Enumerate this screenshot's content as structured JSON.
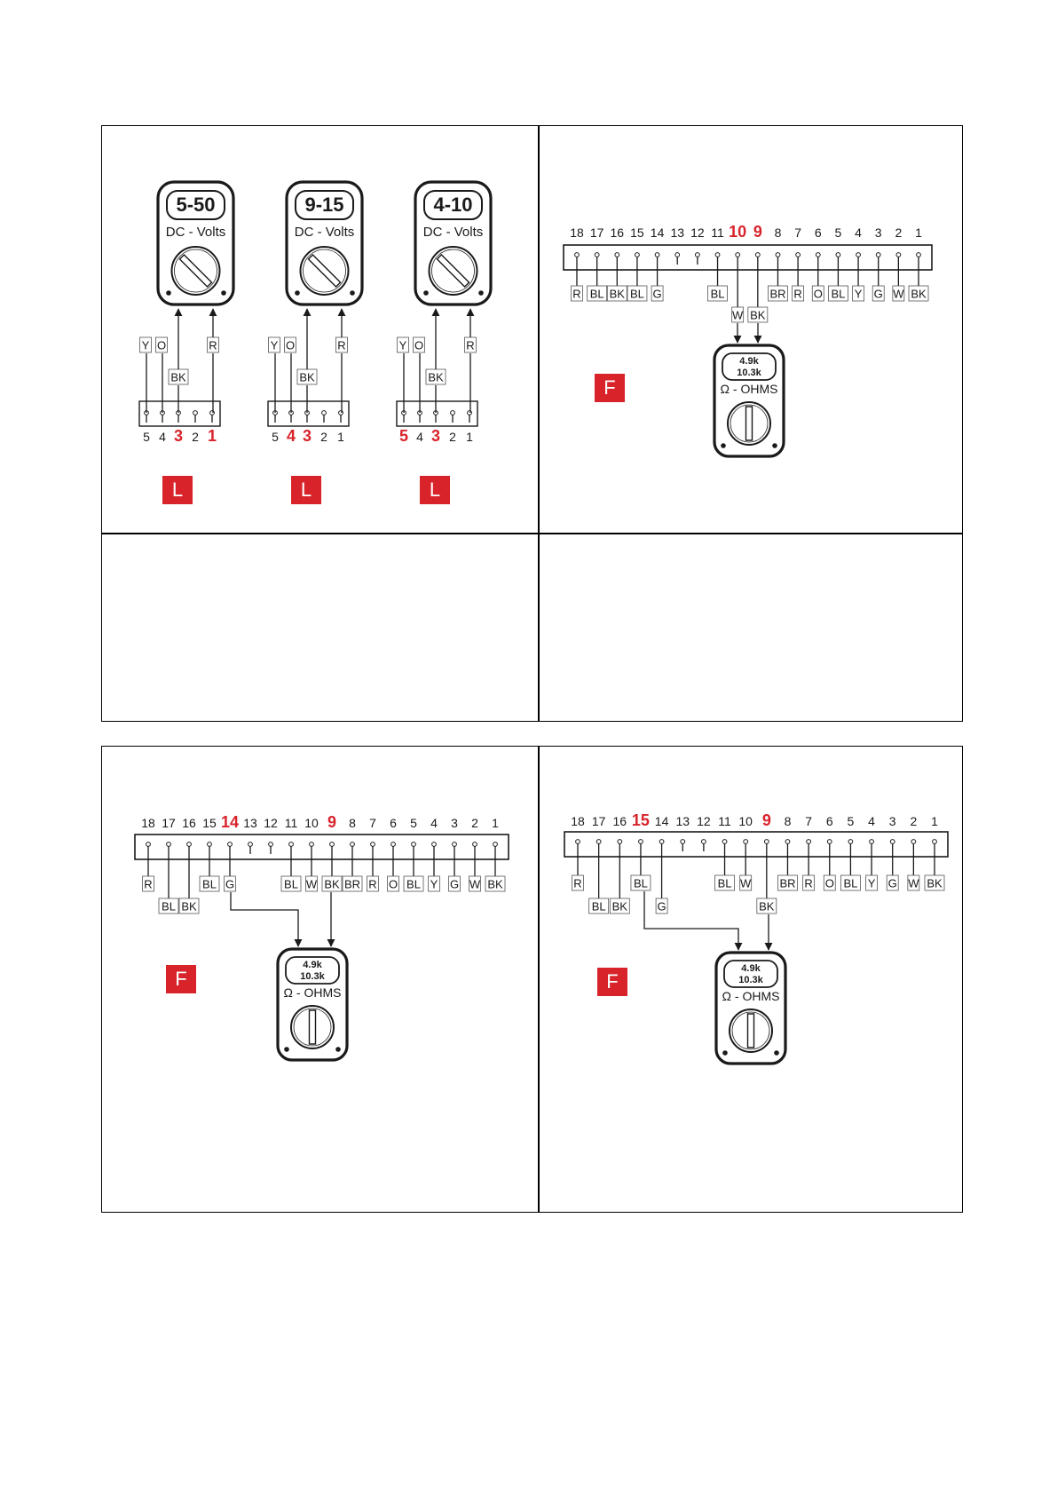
{
  "colors": {
    "accent": "#d8232a",
    "ink": "#1a1a1a",
    "box_border": "#555555"
  },
  "panels": {
    "voltage_tests": [
      {
        "meter": {
          "value": "5-50",
          "mode": "DC - Volts"
        },
        "pins": [
          {
            "num": "5",
            "hl": false
          },
          {
            "num": "4",
            "hl": false
          },
          {
            "num": "3",
            "hl": true
          },
          {
            "num": "2",
            "hl": false
          },
          {
            "num": "1",
            "hl": true
          }
        ],
        "wires": {
          "y": "Y",
          "o": "O",
          "bk": "BK",
          "r": "R"
        },
        "badge": "L"
      },
      {
        "meter": {
          "value": "9-15",
          "mode": "DC - Volts"
        },
        "pins": [
          {
            "num": "5",
            "hl": false
          },
          {
            "num": "4",
            "hl": true
          },
          {
            "num": "3",
            "hl": true
          },
          {
            "num": "2",
            "hl": false
          },
          {
            "num": "1",
            "hl": false
          }
        ],
        "wires": {
          "y": "Y",
          "o": "O",
          "bk": "BK",
          "r": "R"
        },
        "badge": "L"
      },
      {
        "meter": {
          "value": "4-10",
          "mode": "DC - Volts"
        },
        "pins": [
          {
            "num": "5",
            "hl": true
          },
          {
            "num": "4",
            "hl": false
          },
          {
            "num": "3",
            "hl": true
          },
          {
            "num": "2",
            "hl": false
          },
          {
            "num": "1",
            "hl": false
          }
        ],
        "wires": {
          "y": "Y",
          "o": "O",
          "bk": "BK",
          "r": "R"
        },
        "badge": "L"
      }
    ],
    "resistance_tests": [
      {
        "pins": [
          {
            "num": "18",
            "hl": false
          },
          {
            "num": "17",
            "hl": false
          },
          {
            "num": "16",
            "hl": false
          },
          {
            "num": "15",
            "hl": false
          },
          {
            "num": "14",
            "hl": false
          },
          {
            "num": "13",
            "hl": false
          },
          {
            "num": "12",
            "hl": false
          },
          {
            "num": "11",
            "hl": false
          },
          {
            "num": "10",
            "hl": true
          },
          {
            "num": "9",
            "hl": true
          },
          {
            "num": "8",
            "hl": false
          },
          {
            "num": "7",
            "hl": false
          },
          {
            "num": "6",
            "hl": false
          },
          {
            "num": "5",
            "hl": false
          },
          {
            "num": "4",
            "hl": false
          },
          {
            "num": "3",
            "hl": false
          },
          {
            "num": "2",
            "hl": false
          },
          {
            "num": "1",
            "hl": false
          }
        ],
        "upper_wires": [
          "R",
          "BL",
          "BK",
          "BL",
          "G",
          "",
          "",
          "BL",
          "",
          "",
          "BR",
          "R",
          "O",
          "BL",
          "Y",
          "G",
          "W",
          "BK"
        ],
        "lower_wires": [
          "",
          "",
          "",
          "",
          "",
          "",
          "",
          "",
          "W",
          "BK",
          "",
          "",
          "",
          "",
          "",
          "",
          "",
          ""
        ],
        "meter": {
          "value1": "4.9k",
          "value2": "10.3k",
          "mode": "Ω - OHMS"
        },
        "badge": "F"
      },
      {
        "pins": [
          {
            "num": "18",
            "hl": false
          },
          {
            "num": "17",
            "hl": false
          },
          {
            "num": "16",
            "hl": false
          },
          {
            "num": "15",
            "hl": false
          },
          {
            "num": "14",
            "hl": true
          },
          {
            "num": "13",
            "hl": false
          },
          {
            "num": "12",
            "hl": false
          },
          {
            "num": "11",
            "hl": false
          },
          {
            "num": "10",
            "hl": false
          },
          {
            "num": "9",
            "hl": true
          },
          {
            "num": "8",
            "hl": false
          },
          {
            "num": "7",
            "hl": false
          },
          {
            "num": "6",
            "hl": false
          },
          {
            "num": "5",
            "hl": false
          },
          {
            "num": "4",
            "hl": false
          },
          {
            "num": "3",
            "hl": false
          },
          {
            "num": "2",
            "hl": false
          },
          {
            "num": "1",
            "hl": false
          }
        ],
        "upper_wires": [
          "R",
          "",
          "",
          "BL",
          "G",
          "",
          "",
          "BL",
          "W",
          "BK",
          "BR",
          "R",
          "O",
          "BL",
          "Y",
          "G",
          "W",
          "BK"
        ],
        "lower_wires": [
          "",
          "BL",
          "BK",
          "",
          "",
          "",
          "",
          "",
          "",
          "",
          "",
          "",
          "",
          "",
          "",
          "",
          "",
          ""
        ],
        "meter": {
          "value1": "4.9k",
          "value2": "10.3k",
          "mode": "Ω - OHMS"
        },
        "badge": "F"
      },
      {
        "pins": [
          {
            "num": "18",
            "hl": false
          },
          {
            "num": "17",
            "hl": false
          },
          {
            "num": "16",
            "hl": false
          },
          {
            "num": "15",
            "hl": true
          },
          {
            "num": "14",
            "hl": false
          },
          {
            "num": "13",
            "hl": false
          },
          {
            "num": "12",
            "hl": false
          },
          {
            "num": "11",
            "hl": false
          },
          {
            "num": "10",
            "hl": false
          },
          {
            "num": "9",
            "hl": true
          },
          {
            "num": "8",
            "hl": false
          },
          {
            "num": "7",
            "hl": false
          },
          {
            "num": "6",
            "hl": false
          },
          {
            "num": "5",
            "hl": false
          },
          {
            "num": "4",
            "hl": false
          },
          {
            "num": "3",
            "hl": false
          },
          {
            "num": "2",
            "hl": false
          },
          {
            "num": "1",
            "hl": false
          }
        ],
        "upper_wires": [
          "R",
          "",
          "",
          "BL",
          "",
          "",
          "",
          "BL",
          "W",
          "",
          "BR",
          "R",
          "O",
          "BL",
          "Y",
          "G",
          "W",
          "BK"
        ],
        "lower_wires": [
          "",
          "BL",
          "BK",
          "",
          "G",
          "",
          "",
          "",
          "",
          "BK",
          "",
          "",
          "",
          "",
          "",
          "",
          "",
          ""
        ],
        "meter": {
          "value1": "4.9k",
          "value2": "10.3k",
          "mode": "Ω - OHMS"
        },
        "badge": "F"
      }
    ]
  }
}
